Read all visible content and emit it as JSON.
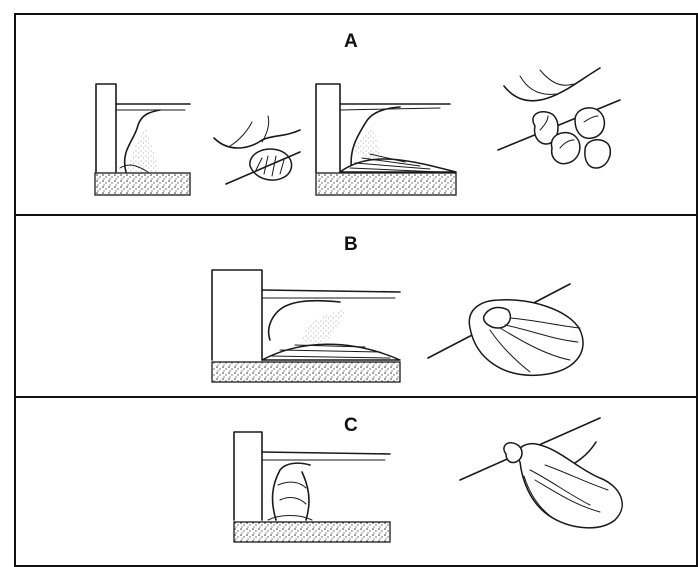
{
  "panels": [
    {
      "id": "A",
      "label": "A"
    },
    {
      "id": "B",
      "label": "B"
    },
    {
      "id": "C",
      "label": "C"
    }
  ]
}
